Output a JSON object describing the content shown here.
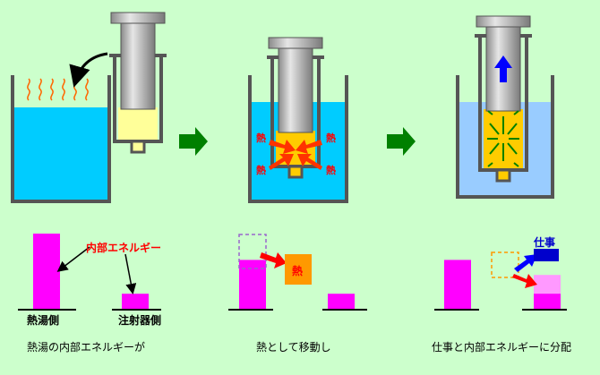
{
  "colors": {
    "background": "#ccffcc",
    "water_hot": "#00ccff",
    "water_cool": "#66ccff",
    "water_light": "#99ccff",
    "gas": "#ffcc00",
    "gas_pale": "#ffff99",
    "bar": "#ff00ff",
    "bar_light": "#ff99ff",
    "heat_box": "#ff9900",
    "work_box": "#0000cc",
    "heat_label": "#ff0000",
    "arrow_transition": "#008000",
    "arrow_expand": "#008000",
    "arrow_push": "#0000ff"
  },
  "labels": {
    "internal_energy": "内部エネルギー",
    "hot_water_side": "熱湯側",
    "syringe_side": "注射器側",
    "heat_box": "熱",
    "work": "仕事",
    "heat_mark": "熱"
  },
  "captions": {
    "step1": "熱湯の内部エネルギーが",
    "step2": "熱として移動し",
    "step3": "仕事と内部エネルギーに分配"
  },
  "energy_bars": {
    "step1": {
      "hot_water": 1.0,
      "syringe": 0.2
    },
    "step2": {
      "hot_water_before": 1.0,
      "hot_water_after": 0.65,
      "syringe": 0.2
    },
    "step3": {
      "hot_water": 0.65,
      "syringe_before": 0.2,
      "syringe_after": 0.45
    }
  },
  "icons": [
    "curved-arrow-icon",
    "steam-icon",
    "heat-arrow-icon",
    "expansion-arrow-icon",
    "push-up-arrow-icon",
    "transition-arrow-icon"
  ]
}
